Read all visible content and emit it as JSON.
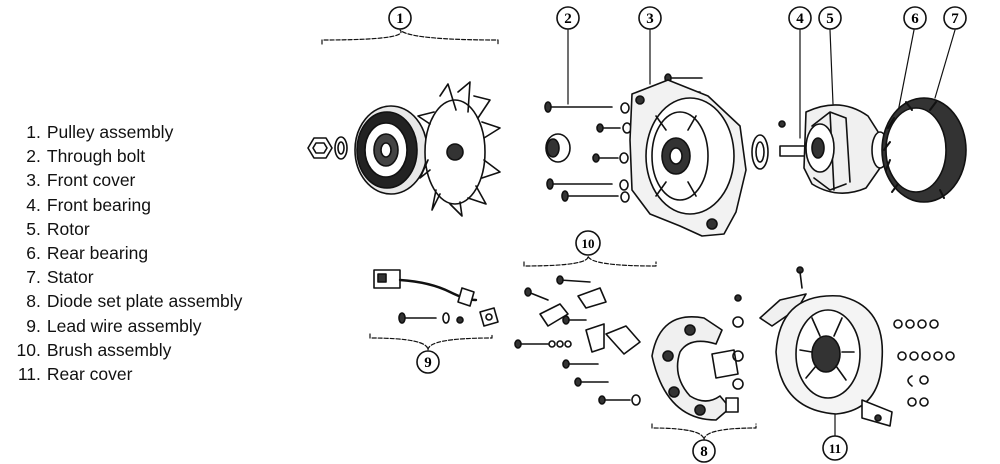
{
  "legend": [
    {
      "num": "1",
      "label": "Pulley assembly"
    },
    {
      "num": "2",
      "label": "Through bolt"
    },
    {
      "num": "3",
      "label": "Front cover"
    },
    {
      "num": "4",
      "label": "Front bearing"
    },
    {
      "num": "5",
      "label": "Rotor"
    },
    {
      "num": "6",
      "label": "Rear bearing"
    },
    {
      "num": "7",
      "label": "Stator"
    },
    {
      "num": "8",
      "label": "Diode set plate assembly"
    },
    {
      "num": "9",
      "label": "Lead wire assembly"
    },
    {
      "num": "10",
      "label": "Brush assembly"
    },
    {
      "num": "11",
      "label": "Rear cover"
    }
  ],
  "callouts": [
    "1",
    "2",
    "3",
    "4",
    "5",
    "6",
    "7",
    "8",
    "9",
    "10",
    "11"
  ]
}
